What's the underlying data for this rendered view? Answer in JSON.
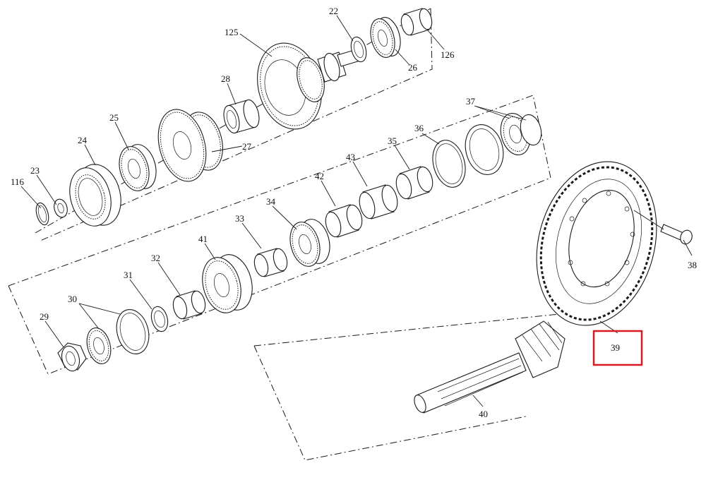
{
  "diagram": {
    "callouts": {
      "p22": "22",
      "p125": "125",
      "p126": "126",
      "p26": "26",
      "p28": "28",
      "p25": "25",
      "p24": "24",
      "p27": "27",
      "p23": "23",
      "p116": "116",
      "p37": "37",
      "p36": "36",
      "p35": "35",
      "p43": "43",
      "p42": "42",
      "p34": "34",
      "p33": "33",
      "p41": "41",
      "p32": "32",
      "p31": "31",
      "p30": "30",
      "p29": "29",
      "p38": "38",
      "p39": "39",
      "p40": "40"
    },
    "highlighted_part": "39",
    "highlight_color": "#d71920"
  }
}
